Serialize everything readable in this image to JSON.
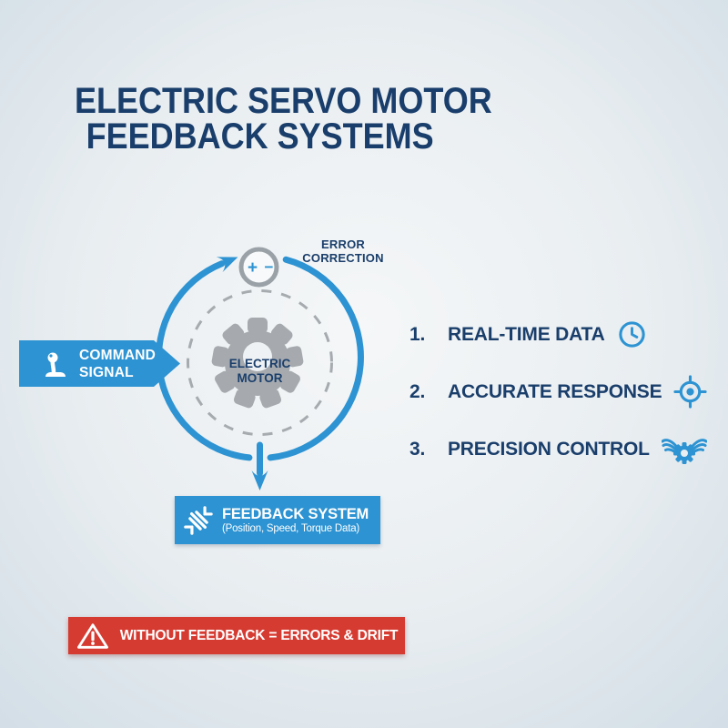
{
  "title": {
    "line1": "ELECTRIC SERVO MOTOR",
    "line2": "FEEDBACK SYSTEMS"
  },
  "loop": {
    "error_correction": {
      "line1": "ERROR",
      "line2": "CORRECTION"
    },
    "summing": {
      "plus": "+",
      "minus": "−"
    },
    "motor": {
      "line1": "ELECTRIC",
      "line2": "MOTOR"
    },
    "command": {
      "line1": "COMMAND",
      "line2": "SIGNAL"
    },
    "feedback": {
      "title": "FEEDBACK SYSTEM",
      "subtitle": "(Position, Speed, Torque Data)"
    }
  },
  "benefits": [
    {
      "number": "1.",
      "label": "REAL-TIME DATA",
      "icon": "clock-icon"
    },
    {
      "number": "2.",
      "label": "ACCURATE RESPONSE",
      "icon": "target-icon"
    },
    {
      "number": "3.",
      "label": "PRECISION CONTROL",
      "icon": "winged-gear-icon"
    }
  ],
  "warning": {
    "text": "WITHOUT FEEDBACK = ERRORS & DRIFT",
    "icon": "warning-triangle-icon"
  },
  "colors": {
    "navy": "#1a3e6b",
    "blue": "#2d93d2",
    "gray": "#a6abaf",
    "red": "#d63b32",
    "background_edge": "#ccdae4",
    "white": "#ffffff"
  }
}
